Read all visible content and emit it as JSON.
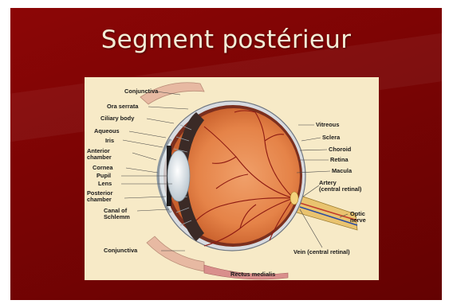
{
  "slide": {
    "title": "Segment postérieur",
    "background_color": "#7a0404",
    "title_color": "#f3edd6"
  },
  "diagram": {
    "labels_left": {
      "conjunctiva_top": "Conjunctiva",
      "ora_serrata": "Ora serrata",
      "ciliary_body": "Ciliary body",
      "aqueous": "Aqueous",
      "iris": "Iris",
      "anterior_chamber": "Anterior\nchamber",
      "cornea": "Cornea",
      "pupil": "Pupil",
      "lens": "Lens",
      "posterior_chamber": "Posterior\nchamber",
      "canal_of_schlemm": "Canal of\nSchlemm",
      "conjunctiva_bottom": "Conjunctiva"
    },
    "labels_right": {
      "vitreous": "Vitreous",
      "sclera": "Sclera",
      "choroid": "Choroid",
      "retina": "Retina",
      "macula": "Macula",
      "artery": "Artery\n(central retinal)",
      "optic_nerve": "Optic\nnerve",
      "vein": "Vein (central retinal)"
    },
    "labels_bottom": {
      "rectus_medialis": "Rectus medialis"
    }
  }
}
